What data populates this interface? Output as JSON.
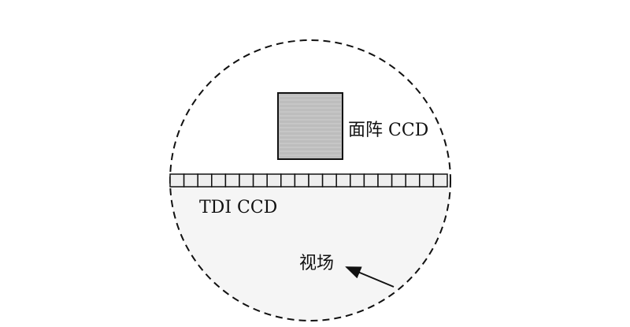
{
  "labels": {
    "area_ccd": "面阵 CCD",
    "tdi_ccd": "TDI CCD",
    "field_of_view": "视场"
  },
  "tdi_cell_count": 20,
  "colors": {
    "stroke": "#111111",
    "lower_fill": "#f5f5f5",
    "area_ccd_fill": "#bdbdbd",
    "tdi_cell_fill": "#eeeeee"
  }
}
